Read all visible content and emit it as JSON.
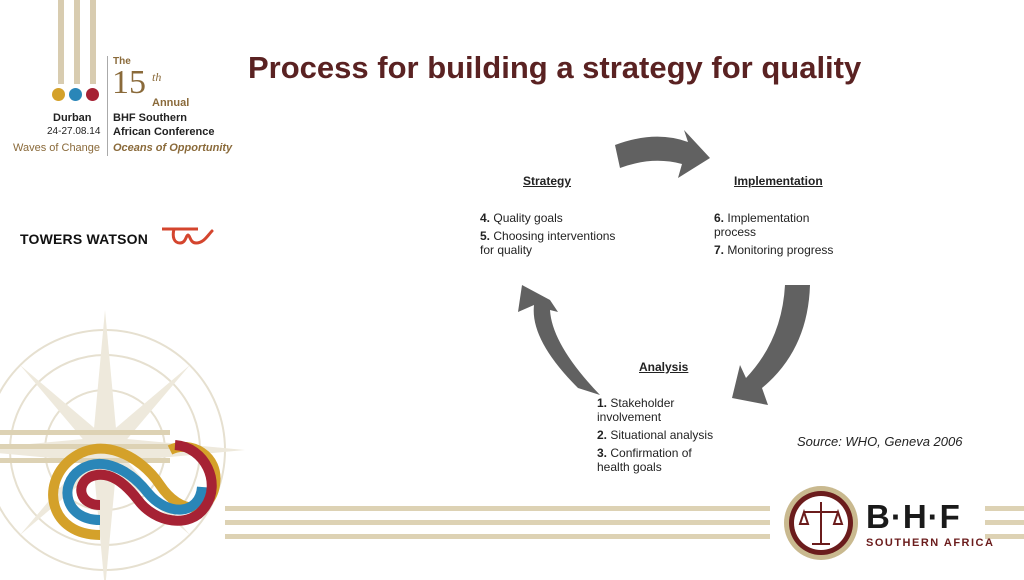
{
  "conference_logo": {
    "edition_prefix": "The",
    "edition_number": "15",
    "edition_suffix": "th",
    "edition_word": "Annual",
    "city": "Durban",
    "dates": "24-27.08.14",
    "name_line1": "BHF Southern",
    "name_line2": "African Conference",
    "tagline_left": "Waves of Change",
    "tagline_right": "Oceans of Opportunity",
    "dot_colors": [
      "#d4a12a",
      "#2a86b8",
      "#a62234"
    ]
  },
  "sponsor": {
    "name": "TOWERS WATSON"
  },
  "slide": {
    "title": "Process for building a strategy for quality"
  },
  "cycle": {
    "strategy": {
      "title": "Strategy",
      "steps": [
        {
          "num": "4.",
          "text": "Quality goals"
        },
        {
          "num": "5.",
          "text": "Choosing interventions for quality"
        }
      ]
    },
    "implementation": {
      "title": "Implementation",
      "steps": [
        {
          "num": "6.",
          "text": "Implementation process"
        },
        {
          "num": "7.",
          "text": "Monitoring progress"
        }
      ]
    },
    "analysis": {
      "title": "Analysis",
      "steps": [
        {
          "num": "1.",
          "text": "Stakeholder involvement"
        },
        {
          "num": "2.",
          "text": "Situational analysis"
        },
        {
          "num": "3.",
          "text": "Confirmation of health goals"
        }
      ]
    }
  },
  "source": {
    "text": "Source: WHO, Geneva 2006"
  },
  "bhf_logo": {
    "letters": "B·H·F",
    "subtitle": "SOUTHERN AFRICA"
  },
  "colors": {
    "title": "#5a2222",
    "arrow": "#616161",
    "band": "#ddd2b4"
  }
}
